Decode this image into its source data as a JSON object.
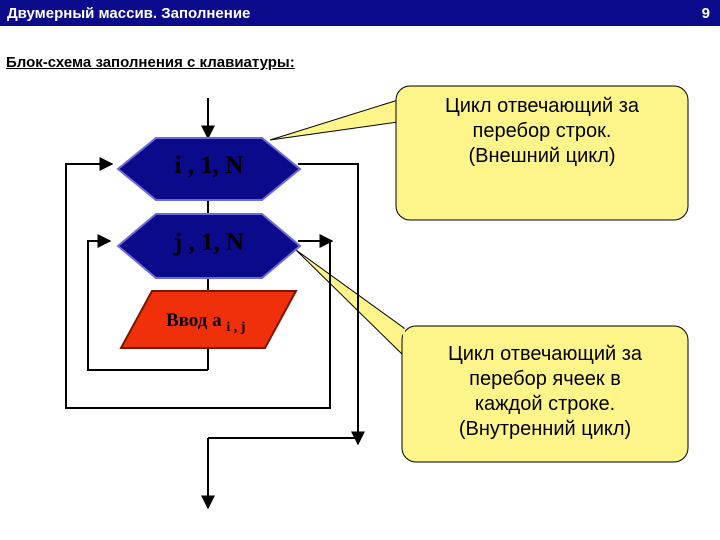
{
  "header": {
    "title": "Двумерный массив. Заполнение",
    "page_number": "9"
  },
  "subtitle": "Блок-схема заполнения с клавиатуры:",
  "flowchart": {
    "outer_loop_label": "i , 1, N",
    "inner_loop_label": "j , 1, N",
    "input_label": "Ввод a",
    "input_subscript": "i , j",
    "colors": {
      "loop_fill": "#0a0a8a",
      "input_fill": "#f0300a",
      "callout_fill": "#fdf58a"
    }
  },
  "callouts": {
    "outer": {
      "lines": [
        "Цикл отвечающий за",
        "перебор строк.",
        "(Внешний цикл)"
      ]
    },
    "inner": {
      "lines": [
        "Цикл отвечающий за",
        "перебор ячеек в",
        "каждой строке.",
        "(Внутренний цикл)"
      ]
    }
  }
}
